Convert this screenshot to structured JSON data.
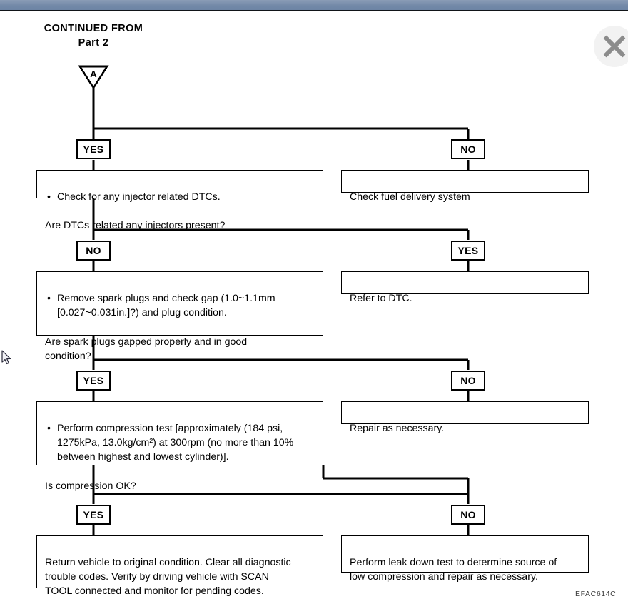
{
  "viewer": {
    "close_label": "Close",
    "titlebar_color": "#7389a8",
    "close_icon_color": "#8c8c8c"
  },
  "diagram": {
    "header": {
      "line1": "CONTINUED FROM",
      "line2": "Part 2"
    },
    "connector": {
      "label": "A",
      "shape": "down-triangle"
    },
    "figure_code": "EFAC614C",
    "line_color": "#000000",
    "rows": [
      {
        "left": {
          "tag": "YES",
          "lines": [
            {
              "bullet": true,
              "text": "Check for any injector related DTCs."
            },
            {
              "bullet": false,
              "text": "Are DTCs related any injectors present?"
            }
          ]
        },
        "right": {
          "tag": "NO",
          "lines": [
            {
              "bullet": false,
              "text": "Check fuel delivery system"
            }
          ]
        }
      },
      {
        "left": {
          "tag": "NO",
          "lines": [
            {
              "bullet": true,
              "text": "Remove spark plugs and check gap (1.0~1.1mm\n[0.027~0.031in.]?) and plug condition."
            },
            {
              "bullet": false,
              "text": "Are spark plugs gapped properly and in good\ncondition?"
            }
          ]
        },
        "right": {
          "tag": "YES",
          "lines": [
            {
              "bullet": false,
              "text": "Refer to DTC."
            }
          ]
        }
      },
      {
        "left": {
          "tag": "YES",
          "lines": [
            {
              "bullet": true,
              "text": "Perform compression test [approximately (184 psi,\n1275kPa, 13.0kg/cm²) at 300rpm (no more than 10%\nbetween highest and lowest cylinder)]."
            },
            {
              "bullet": false,
              "text": "Is compression OK?"
            }
          ]
        },
        "right": {
          "tag": "NO",
          "lines": [
            {
              "bullet": false,
              "text": "Repair as necessary."
            }
          ]
        }
      },
      {
        "left": {
          "tag": "YES",
          "lines": [
            {
              "bullet": false,
              "text": "Return vehicle to original condition. Clear all diagnostic\ntrouble codes. Verify by driving vehicle with SCAN\nTOOL connected and monitor for pending codes."
            }
          ]
        },
        "right": {
          "tag": "NO",
          "lines": [
            {
              "bullet": false,
              "text": "Perform leak down test to determine source of\nlow compression and repair as necessary."
            }
          ]
        }
      }
    ]
  }
}
